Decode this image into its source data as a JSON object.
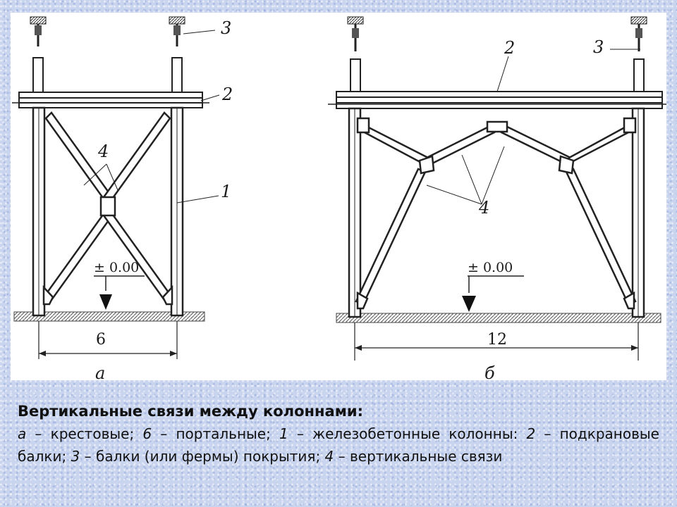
{
  "figure": {
    "left": {
      "sublabel": "а",
      "span": "6",
      "level": "± 0.00",
      "callouts": {
        "column": "1",
        "beam": "2",
        "truss": "3",
        "bracing": "4"
      }
    },
    "right": {
      "sublabel": "б",
      "span": "12",
      "level": "± 0.00",
      "callouts": {
        "beam": "2",
        "truss": "3",
        "bracing": "4"
      }
    }
  },
  "caption": {
    "title": "Вертикальные связи между колоннами:",
    "items": [
      {
        "key": "а",
        "sep": " – ",
        "text": "крестовые; "
      },
      {
        "key": "6",
        "sep": " – ",
        "text": "портальные; "
      },
      {
        "key": "1",
        "sep": " – ",
        "text": "железобетонные колонны: "
      },
      {
        "key": "2",
        "sep": " – ",
        "text": "подкрановые балки; "
      },
      {
        "key": "3",
        "sep": " – ",
        "text": "балки (или фермы) покрытия; "
      },
      {
        "key": "4",
        "sep": " – ",
        "text": "вертикальные связи"
      }
    ]
  }
}
